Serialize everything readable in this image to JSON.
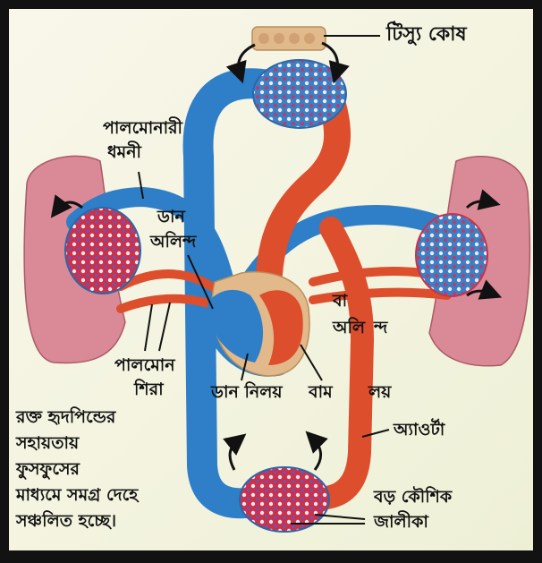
{
  "labels": {
    "tissue_cells": "টিস্যু কোষ",
    "pulmonary_artery_line1": "পালমোনারী",
    "pulmonary_artery_line2": "ধমনী",
    "right_atrium_line1": "ডান",
    "right_atrium_line2": "অলিন্দ",
    "left_atrium_line1": "বা",
    "left_atrium_line2": "অলি",
    "left_atrium_line2_tail": "ন্দ",
    "pulmonary_vein_line1": "পালমোন",
    "pulmonary_vein_line2": "শিরা",
    "right_ventricle": "ডান নিলয়",
    "left_ventricle_head": "বাম",
    "left_ventricle_tail": "লয়",
    "aorta": "অ্যাওর্টা",
    "capillary_line1": "বড় কৌশিক",
    "capillary_line2": "জালীকা"
  },
  "caption": [
    "রক্ত হৃদপিন্ডের",
    "সহায়তায়",
    "ফুসফুসের",
    "মাধ্যমে সমগ্র দেহে",
    "সঞ্চলিত হচ্ছে।"
  ],
  "colors": {
    "frame": "#121212",
    "background": "#f7f4e4",
    "deoxygenated_blue": "#2e7fc8",
    "oxygenated_red": "#dd4e2c",
    "lung_pink": "#d98a96",
    "tissue_tan": "#e2b98a"
  }
}
